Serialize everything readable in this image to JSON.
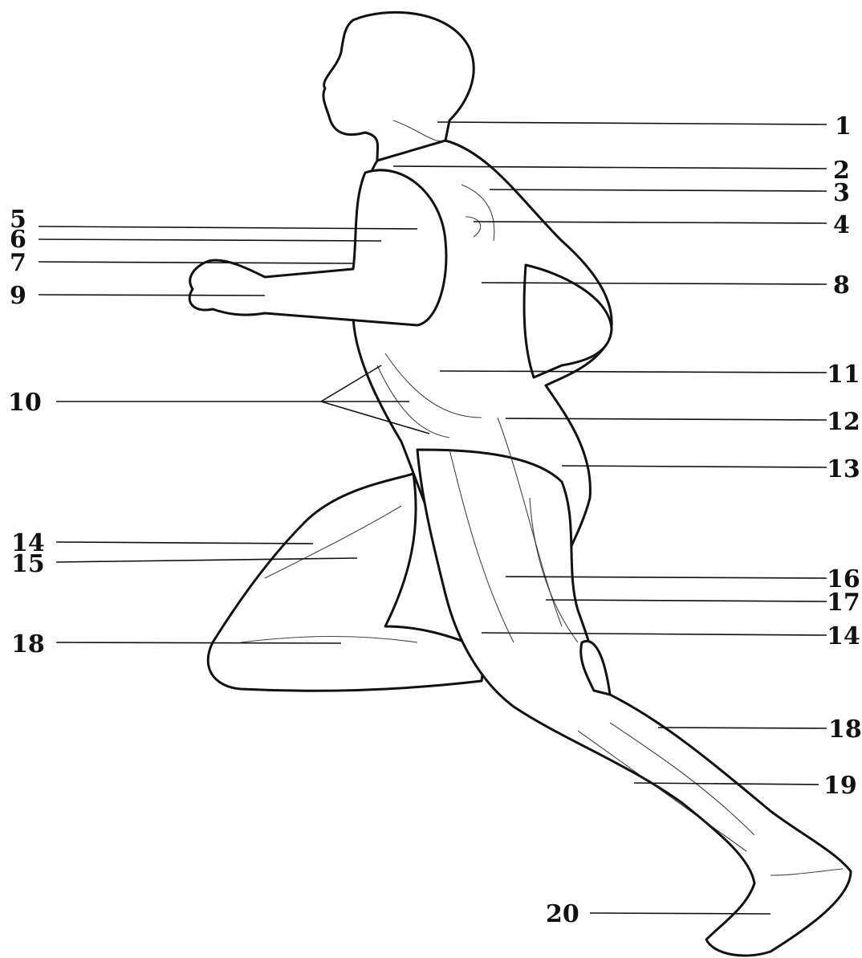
{
  "diagram": {
    "labels": [
      "1",
      "2",
      "3",
      "4",
      "5",
      "6",
      "7",
      "8",
      "9",
      "10",
      "11",
      "12",
      "13",
      "14",
      "15",
      "16",
      "17",
      "14",
      "18",
      "18",
      "19",
      "20"
    ]
  }
}
